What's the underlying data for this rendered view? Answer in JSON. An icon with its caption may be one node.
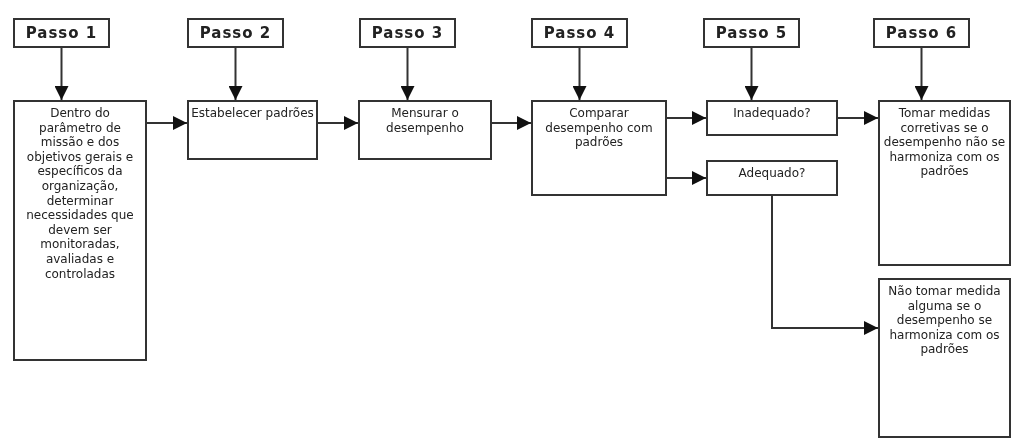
{
  "diagram": {
    "nodes": [
      {
        "text": [
          "Passo 1"
        ]
      },
      {
        "text": [
          "Passo 2"
        ]
      },
      {
        "text": [
          "Passo 3"
        ]
      },
      {
        "text": [
          "Passo 4"
        ]
      },
      {
        "text": [
          "Passo 5"
        ]
      },
      {
        "text": [
          "Passo 6"
        ]
      },
      {
        "text": [
          "Dentro do parâmetro de missão e dos objetivos gerais e específicos da organização, determinar necessidades que devem ser monitoradas, avaliadas e controladas"
        ]
      },
      {
        "text": [
          "Estabelecer padrões"
        ]
      },
      {
        "text": [
          "Mensurar o desempenho"
        ]
      },
      {
        "text": [
          "Comparar desempenho com padrões"
        ]
      },
      {
        "text": [
          "Inadequado?"
        ]
      },
      {
        "text": [
          "Adequado?"
        ]
      },
      {
        "text": [
          "Tomar medidas corretivas se o desempenho não se harmoniza com os padrões"
        ]
      },
      {
        "text": [
          "Não tomar medida alguma se o desempenho se harmoniza com os padrões"
        ]
      }
    ],
    "edges": [
      {
        "from": 0,
        "to": 6,
        "arrow": "to"
      },
      {
        "from": 1,
        "to": 7,
        "arrow": "to"
      },
      {
        "from": 2,
        "to": 8,
        "arrow": "to"
      },
      {
        "from": 3,
        "to": 9,
        "arrow": "to"
      },
      {
        "from": 4,
        "to": 10,
        "arrow": "to"
      },
      {
        "from": 5,
        "to": 12,
        "arrow": "to"
      },
      {
        "from": 6,
        "to": 7,
        "arrow": "to"
      },
      {
        "from": 7,
        "to": 8,
        "arrow": "to"
      },
      {
        "from": 8,
        "to": 9,
        "arrow": "to"
      },
      {
        "from": 9,
        "to": 10,
        "arrow": "to"
      },
      {
        "from": 9,
        "to": 11,
        "arrow": "to"
      },
      {
        "from": 10,
        "to": 12,
        "arrow": "to"
      },
      {
        "from": 11,
        "to": 13,
        "arrow": "to"
      }
    ]
  }
}
